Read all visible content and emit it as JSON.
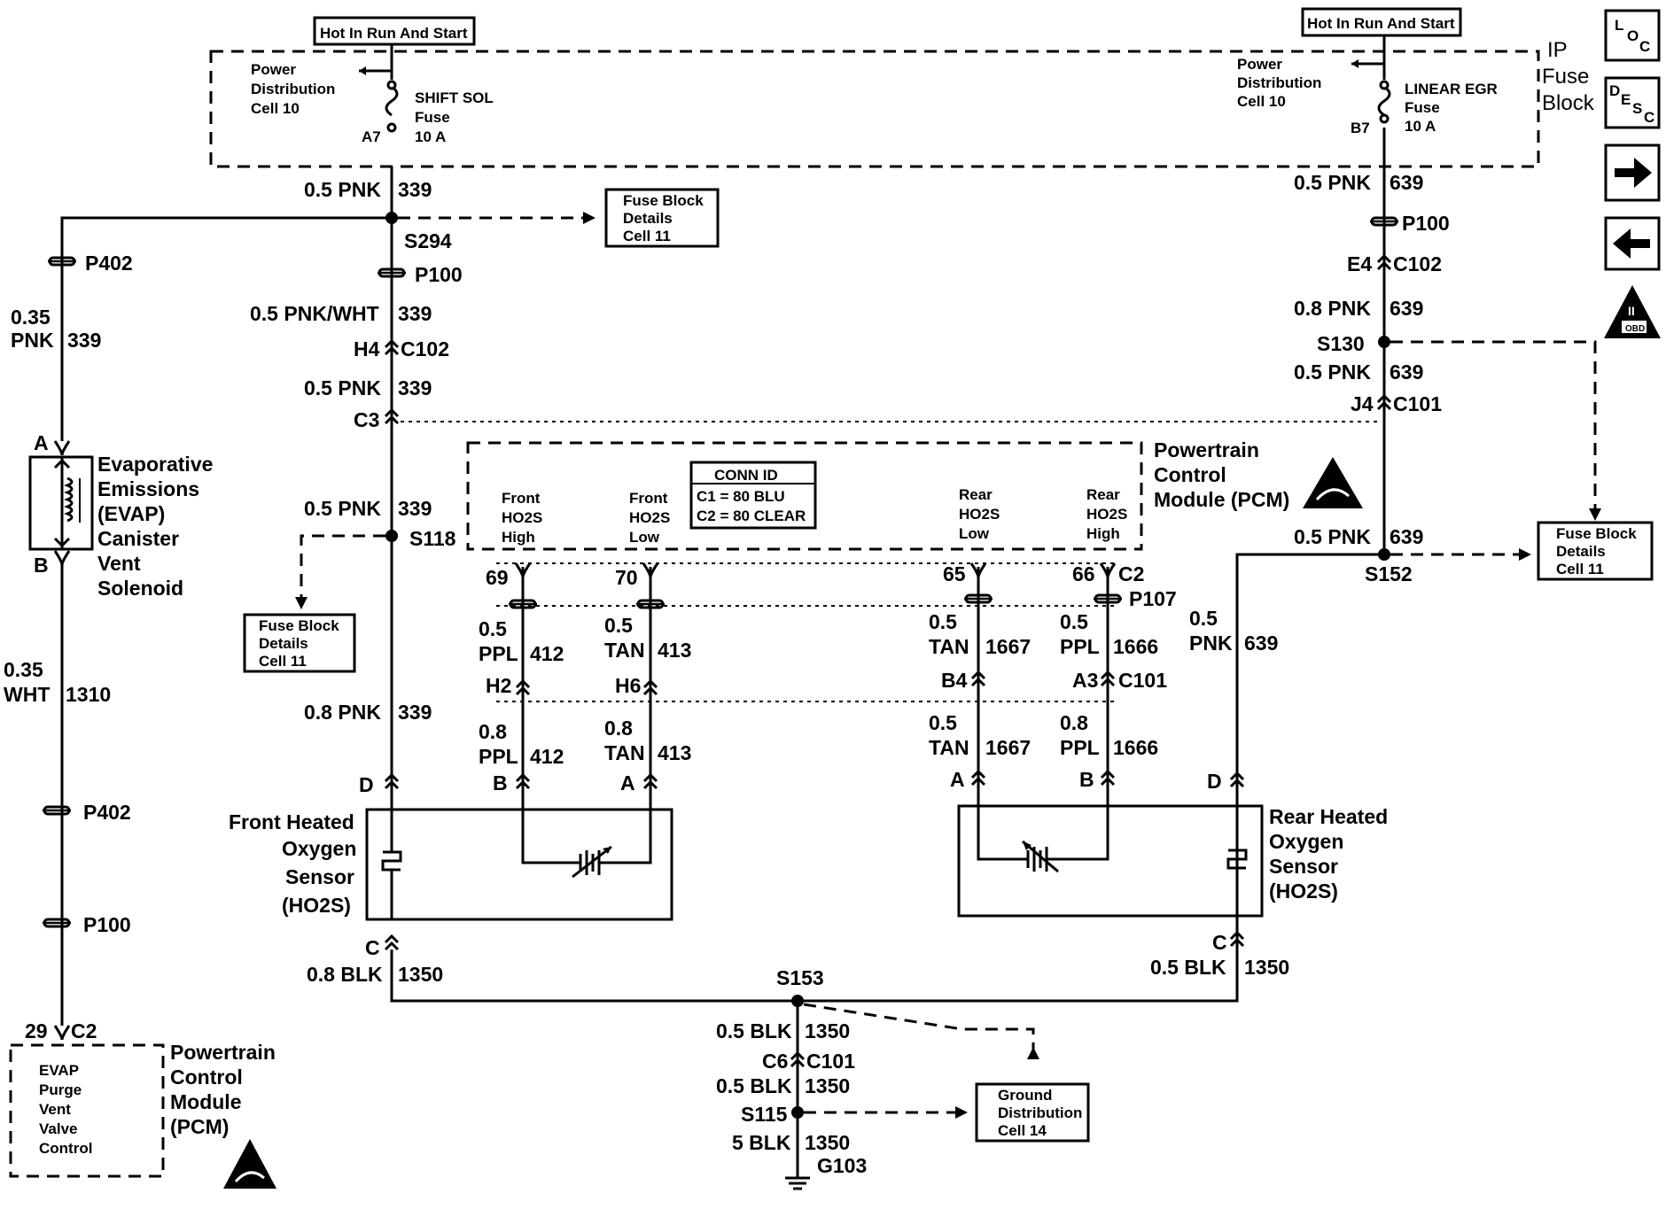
{
  "header": {
    "hot_left": "Hot In Run And Start",
    "hot_right": "Hot In Run And Start"
  },
  "fuse_block": {
    "title_l1": "IP",
    "title_l2": "Fuse",
    "title_l3": "Block",
    "power_dist_l1": "Power",
    "power_dist_l2": "Distribution",
    "power_dist_l3": "Cell 10",
    "shift_fuse_l1": "SHIFT SOL",
    "shift_fuse_l2": "Fuse",
    "shift_fuse_l3": "10 A",
    "shift_pin": "A7",
    "egr_fuse_l1": "LINEAR EGR",
    "egr_fuse_l2": "Fuse",
    "egr_fuse_l3": "10 A",
    "egr_pin": "B7"
  },
  "nav": {
    "loc": "L",
    "loc_sub": "O",
    "loc_sub2": "C",
    "desc": "D",
    "desc_e": "E",
    "desc_s": "S",
    "desc_c": "C",
    "obd": "OBD II",
    "obd_numeral": "II"
  },
  "refbox": {
    "l1": "Fuse Block",
    "l2": "Details",
    "l3": "Cell 11",
    "gnd_l1": "Ground",
    "gnd_l2": "Distribution",
    "gnd_l3": "Cell 14"
  },
  "labels": {
    "w339_top": "0.5 PNK",
    "c339": "339",
    "s294": "S294",
    "p100": "P100",
    "w339_pnkwht": "0.5 PNK/WHT",
    "h4": "H4",
    "c102": "C102",
    "w339_3": "0.5 PNK",
    "c3": "C3",
    "w339_4": "0.5 PNK",
    "s118": "S118",
    "w339_5": "0.8 PNK",
    "d": "D",
    "c": "C",
    "w1350_front": "0.8 BLK",
    "c1350": "1350",
    "s153": "S153",
    "w1350_c": "0.5 BLK",
    "c6": "C6",
    "c101": "C101",
    "w1350_d": "0.5 BLK",
    "s115": "S115",
    "w1350_e": "5 BLK",
    "g103": "G103",
    "w1350_rear": "0.5 BLK",
    "p402": "P402",
    "w035": "0.35",
    "pnk": "PNK",
    "wht": "WHT",
    "c1310": "1310",
    "a": "A",
    "b": "B",
    "pin29": "29",
    "c2": "C2",
    "w639_1": "0.5 PNK",
    "c639": "639",
    "e4": "E4",
    "w639_2": "0.8 PNK",
    "s130": "S130",
    "w639_3": "0.5 PNK",
    "j4": "J4",
    "w639_4": "0.5 PNK",
    "s152": "S152",
    "w05": "0.5",
    "w08": "0.8",
    "ppl": "PPL",
    "tan": "TAN",
    "c412": "412",
    "c413": "413",
    "c1667": "1667",
    "c1666": "1666",
    "pin69": "69",
    "pin70": "70",
    "pin65": "65",
    "pin66": "66",
    "p107": "P107",
    "h2": "H2",
    "h6": "H6",
    "b4": "B4",
    "a3": "A3"
  },
  "pcm": {
    "title_l1": "Powertrain",
    "title_l2": "Control",
    "title_l3": "Module (PCM)",
    "conn_title": "CONN ID",
    "conn_c1": "C1 = 80 BLU",
    "conn_c2": "C2 = 80 CLEAR",
    "front_high_l1": "Front",
    "front_high_l2": "HO2S",
    "front_high_l3": "High",
    "front_low_l1": "Front",
    "front_low_l2": "HO2S",
    "front_low_l3": "Low",
    "rear_low_l1": "Rear",
    "rear_low_l2": "HO2S",
    "rear_low_l3": "Low",
    "rear_high_l1": "Rear",
    "rear_high_l2": "HO2S",
    "rear_high_l3": "High"
  },
  "pcm_bottom": {
    "title_l1": "Powertrain",
    "title_l2": "Control",
    "title_l3": "Module",
    "title_l4": "(PCM)",
    "evap_l1": "EVAP",
    "evap_l2": "Purge",
    "evap_l3": "Vent",
    "evap_l4": "Valve",
    "evap_l5": "Control"
  },
  "components": {
    "evap_l1": "Evaporative",
    "evap_l2": "Emissions",
    "evap_l3": "(EVAP)",
    "evap_l4": "Canister",
    "evap_l5": "Vent",
    "evap_l6": "Solenoid",
    "front_l1": "Front Heated",
    "front_l2": "Oxygen",
    "front_l3": "Sensor",
    "front_l4": "(HO2S)",
    "rear_l1": "Rear Heated",
    "rear_l2": "Oxygen",
    "rear_l3": "Sensor",
    "rear_l4": "(HO2S)"
  }
}
